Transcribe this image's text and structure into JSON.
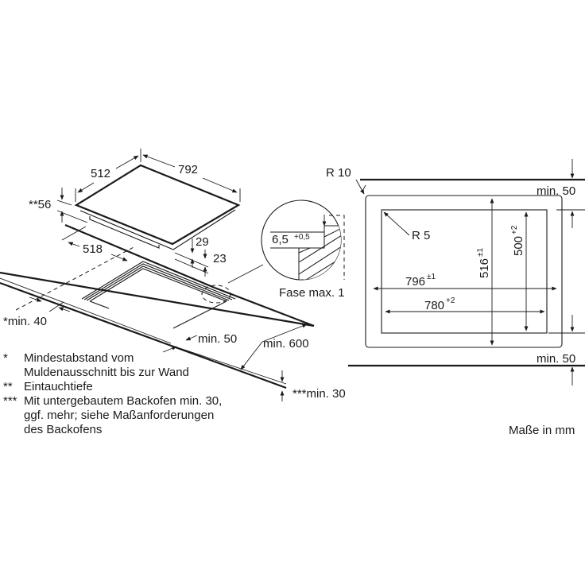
{
  "drawing": {
    "type": "hob installation dimension drawing",
    "units_label": "Maße in mm",
    "left_view": {
      "hob_width": "792",
      "hob_depth": "512",
      "immersion_depth": "**56",
      "cutout_depth_offset": "518",
      "frame_height_1": "29",
      "frame_height_2": "23",
      "min_wall_distance": "*min. 40",
      "min_front_edge": "min. 50",
      "min_worktop_depth": "min. 600",
      "min_worktop_thickness": "***min. 30"
    },
    "detail": {
      "rebate_value": "6,5",
      "rebate_tol": "+0,5",
      "chamfer_label": "Fase max. 1"
    },
    "right_view": {
      "outer_radius": "R 10",
      "inner_radius": "R 5",
      "outer_width": "796",
      "outer_width_tol": "±1",
      "inner_width": "780",
      "inner_width_tol": "+2",
      "outer_depth": "516",
      "outer_depth_tol": "±1",
      "inner_depth": "500",
      "inner_depth_tol": "+2",
      "min_top": "min. 50",
      "min_bottom": "min. 50"
    },
    "legend": [
      {
        "marker": "*",
        "text": "Mindestabstand vom\nMuldenausschnitt bis zur Wand"
      },
      {
        "marker": "**",
        "text": "Eintauchtiefe"
      },
      {
        "marker": "***",
        "text": "Mit untergebautem Backofen min. 30,\nggf. mehr; siehe Maßanforderungen\ndes Backofens"
      }
    ]
  }
}
